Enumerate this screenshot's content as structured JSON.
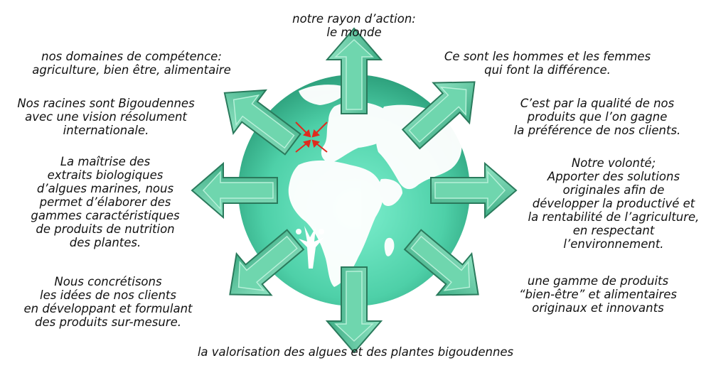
{
  "colors": {
    "globe_light": "#6fe7c4",
    "globe_dark": "#2fa681",
    "land": "#ffffff",
    "arrow_fill": "#5cc79f",
    "arrow_edge": "#2a7a5c",
    "marker": "#e02a1e"
  },
  "labels": {
    "top": "notre rayon d’action:\nle monde",
    "top_left": "nos domaines de compétence:\nagriculture, bien être, alimentaire",
    "upper_left": "Nos racines sont Bigoudennes\navec une vision résolument\ninternationale.",
    "left": "La maîtrise des\nextraits biologiques\nd’algues marines, nous\npermet d’élaborer des\ngammes caractéristiques\nde produits de nutrition\ndes plantes.",
    "lower_left": "Nous concrétisons\nles idées de nos clients\nen développant et formulant\ndes produits sur-mesure.",
    "bottom": "la valorisation des algues et des plantes bigoudennes",
    "top_right": "Ce sont les hommes et les femmes\nqui font la différence.",
    "upper_right": "C’est par la qualité de nos\nproduits que l’on gagne\nla préférence de nos clients.",
    "right": "Notre volonté;\nApporter des solutions\noriginales afin de\ndévelopper la productivé et\nla rentabilité de l’agriculture,\nen respectant\nl’environnement.",
    "lower_right": "une gamme de produits\n“bien-être” et alimentaires\noriginaux et innovants"
  },
  "arrows": [
    {
      "id": "top",
      "angle": 270
    },
    {
      "id": "top-right",
      "angle": 318
    },
    {
      "id": "right",
      "angle": 0
    },
    {
      "id": "lower-right",
      "angle": 40
    },
    {
      "id": "bottom",
      "angle": 90
    },
    {
      "id": "lower-left",
      "angle": 140
    },
    {
      "id": "left",
      "angle": 180
    },
    {
      "id": "upper-left",
      "angle": 217
    }
  ]
}
